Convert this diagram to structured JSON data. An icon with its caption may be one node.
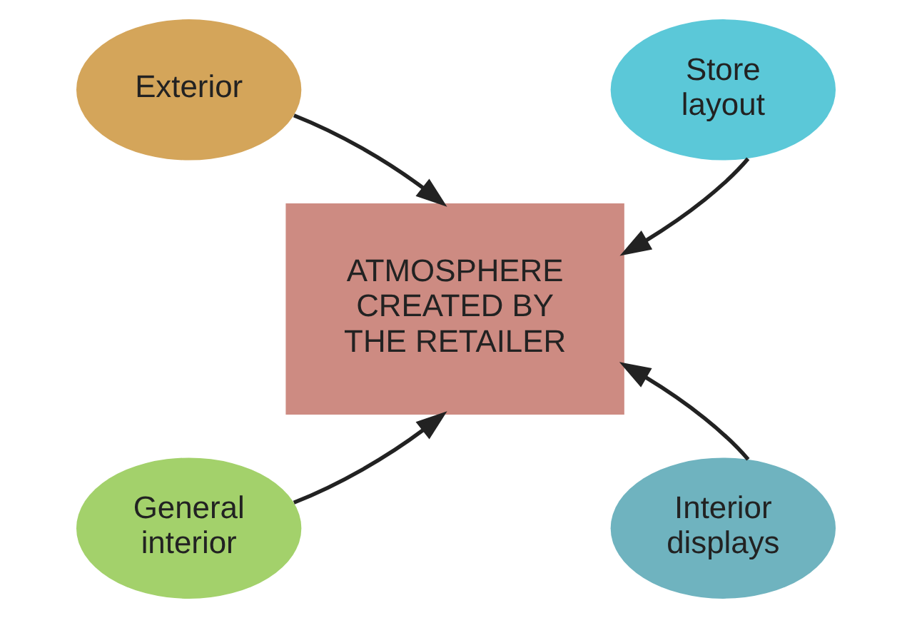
{
  "diagram": {
    "nodes": [
      {
        "text": [
          "Exterior"
        ]
      },
      {
        "text": [
          "Store layout"
        ]
      },
      {
        "text": [
          "ATMOSPHERE CREATED BY THE RETAILER"
        ]
      },
      {
        "text": [
          "General interior"
        ]
      },
      {
        "text": [
          "Interior displays"
        ]
      }
    ],
    "edges": [
      {
        "from": 0,
        "to": 2,
        "arrow": "to"
      },
      {
        "from": 1,
        "to": 2,
        "arrow": "to"
      },
      {
        "from": 3,
        "to": 2,
        "arrow": "to"
      },
      {
        "from": 4,
        "to": 2,
        "arrow": "to"
      }
    ]
  }
}
